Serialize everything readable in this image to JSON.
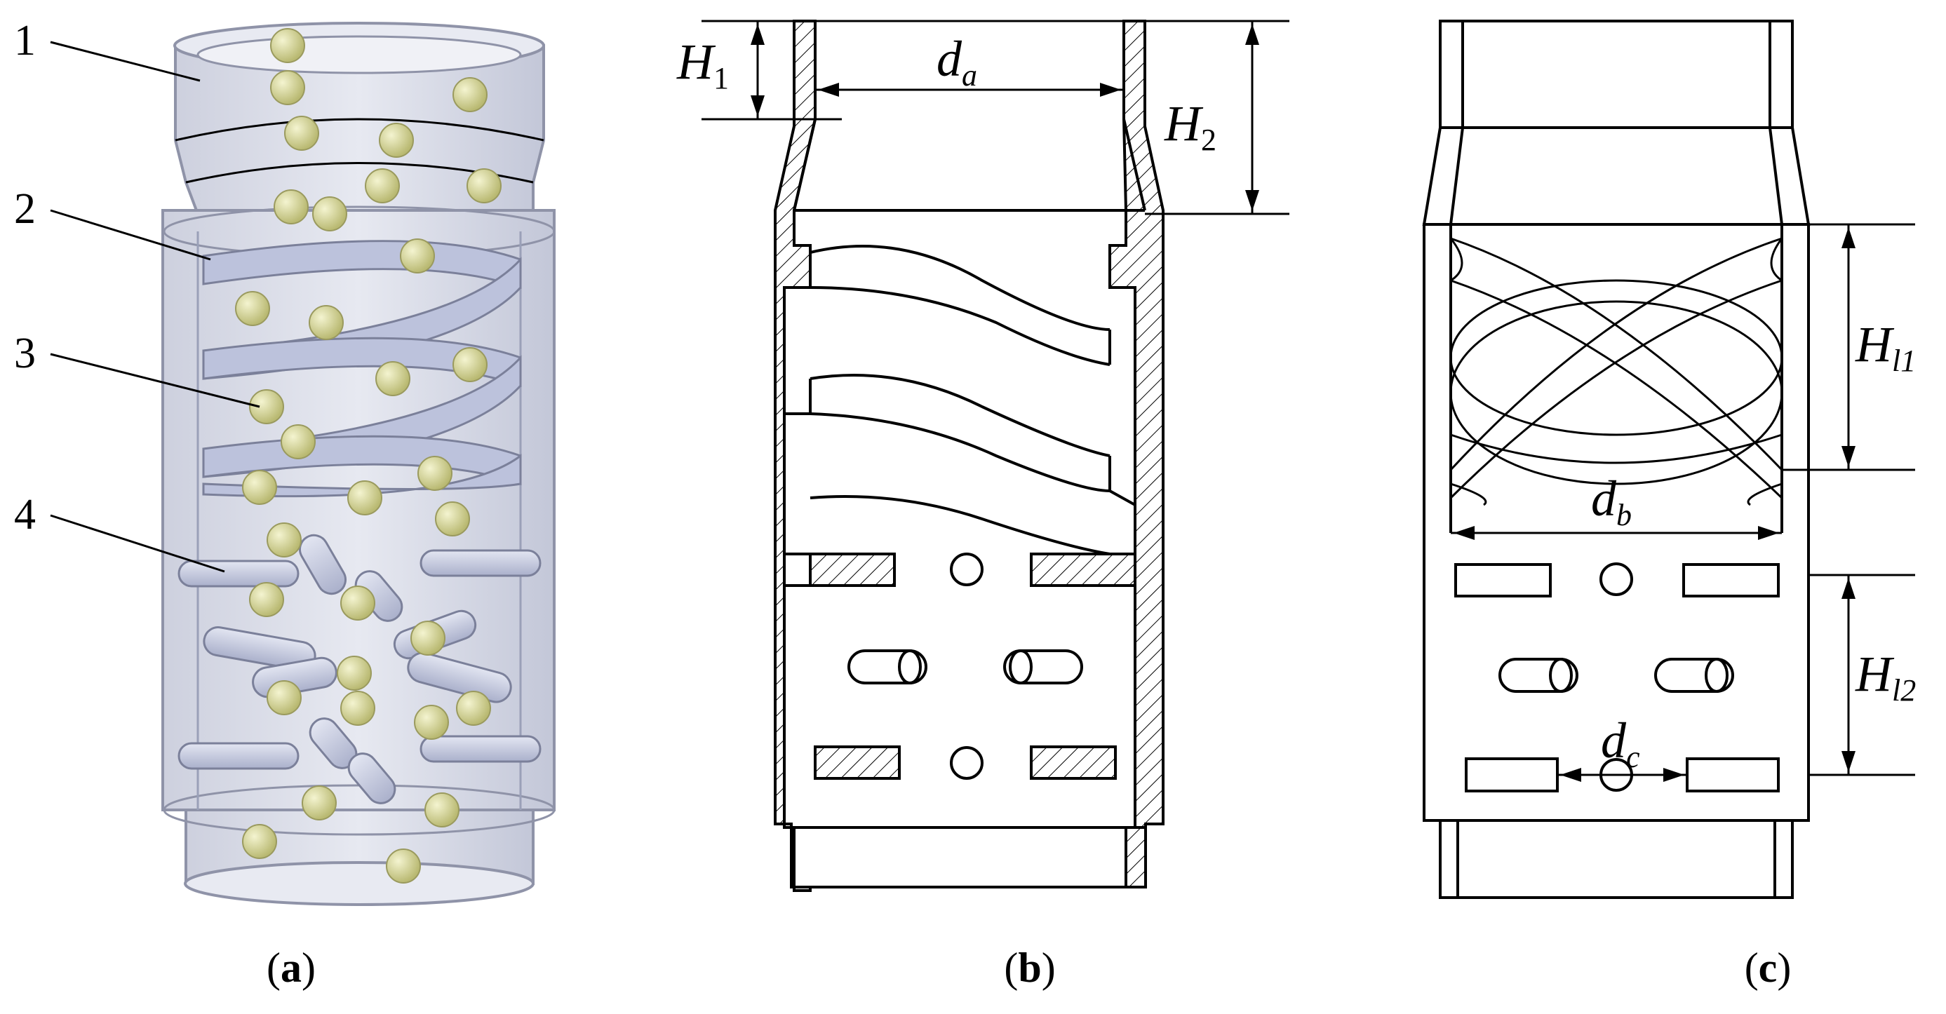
{
  "panels": [
    {
      "id": "a",
      "caption_open": "(",
      "caption_letter": "a",
      "caption_close": ")"
    },
    {
      "id": "b",
      "caption_open": "(",
      "caption_letter": "b",
      "caption_close": ")"
    },
    {
      "id": "c",
      "caption_open": "(",
      "caption_letter": "c",
      "caption_close": ")"
    }
  ],
  "callouts": [
    "1",
    "2",
    "3",
    "4"
  ],
  "dimensions_b": {
    "H1_base": "H",
    "H1_sub": "1",
    "H2_base": "H",
    "H2_sub": "2",
    "da_base": "d",
    "da_sub": "a"
  },
  "dimensions_c": {
    "Hl1_base": "H",
    "Hl1_sub": "l1",
    "Hl2_base": "H",
    "Hl2_sub": "l2",
    "db_base": "d",
    "db_sub": "b",
    "dc_base": "d",
    "dc_sub": "c"
  },
  "colors": {
    "tube_fill": "#dde0ec",
    "tube_stroke": "#8f93a8",
    "helix_fill": "#bcc2dc",
    "ball_fill": "#d9d99a",
    "ball_stroke": "#9a9a5e",
    "rod_fill": "#c8cde2"
  }
}
